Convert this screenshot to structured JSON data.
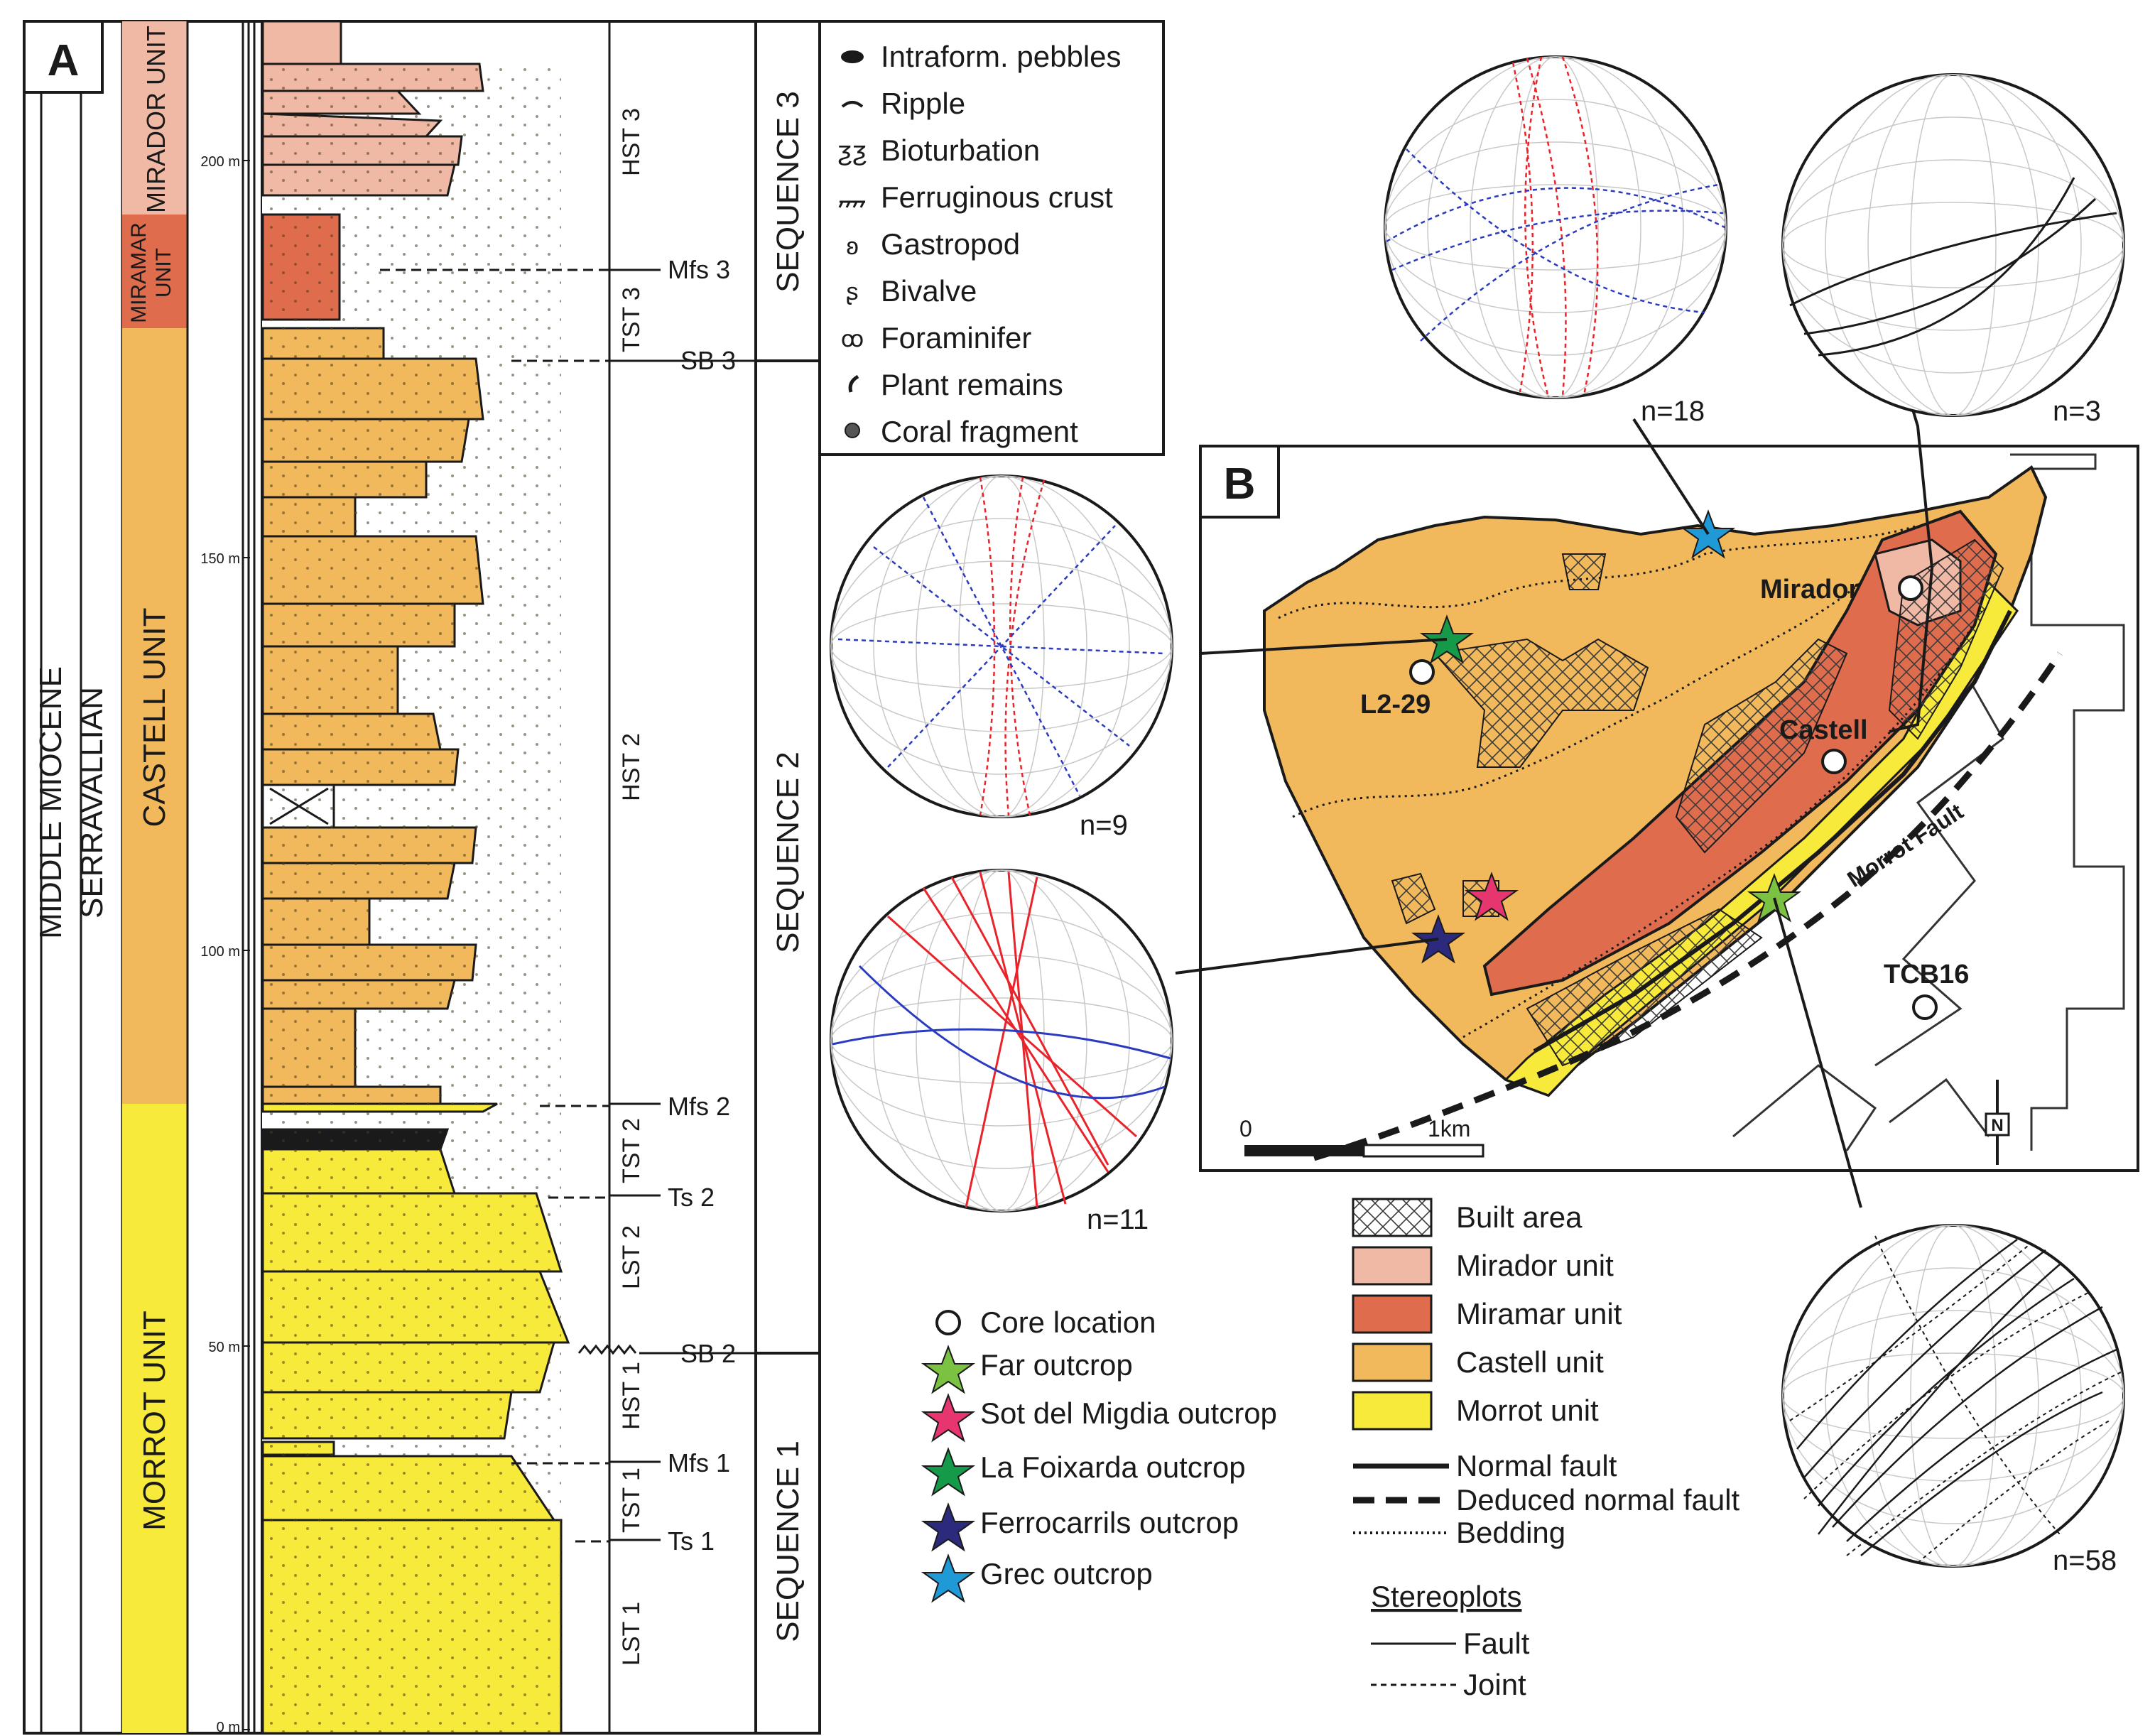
{
  "panels": {
    "a": "A",
    "b": "B"
  },
  "column": {
    "epoch": "MIDDLE MIOCENE",
    "stage": "SERRAVALLIAN",
    "units": {
      "mirador": "MIRADOR UNIT",
      "miramar_1": "MIRAMAR",
      "miramar_2": "UNIT",
      "castell": "CASTELL UNIT",
      "morrot": "MORROT UNIT"
    },
    "depth_labels": {
      "m200": "200 m",
      "m150": "150 m",
      "m100": "100 m",
      "m50": "50 m",
      "m0": "0 m"
    },
    "systems_tracts": {
      "hst3": "HST 3",
      "tst3": "TST 3",
      "hst2": "HST 2",
      "tst2": "TST 2",
      "lst2": "LST 2",
      "hst1": "HST 1",
      "tst1": "TST 1",
      "lst1": "LST 1"
    },
    "surfaces": {
      "mfs3": "Mfs 3",
      "sb3": "SB 3",
      "mfs2": "Mfs 2",
      "ts2": "Ts 2",
      "sb2": "SB 2",
      "mfs1": "Mfs 1",
      "ts1": "Ts 1"
    },
    "sequences": {
      "s3": "SEQUENCE 3",
      "s2": "SEQUENCE 2",
      "s1": "SEQUENCE 1"
    }
  },
  "legend_symbols": {
    "pebbles": "Intraform. pebbles",
    "ripple": "Ripple",
    "bioturbation": "Bioturbation",
    "crust": "Ferruginous crust",
    "gastropod": "Gastropod",
    "bivalve": "Bivalve",
    "foraminifer": "Foraminifer",
    "plant": "Plant remains",
    "coral": "Coral fragment"
  },
  "map": {
    "labels": {
      "mirador": "Mirador",
      "castell": "Castell",
      "l229": "L2-29",
      "tcb16": "TCB16",
      "morrot_fault": "Morrot Fault",
      "north": "N"
    },
    "scale": {
      "zero": "0",
      "km": "1km"
    }
  },
  "stereoplots": {
    "grec": {
      "n": "n=18"
    },
    "castell": {
      "n": "n=3"
    },
    "foixarda": {
      "n": "n=9"
    },
    "ferrocarrils": {
      "n": "n=11"
    },
    "far": {
      "n": "n=58"
    }
  },
  "legend_outcrops": {
    "core": "Core location",
    "far": "Far outcrop",
    "sot": "Sot del Migdia outcrop",
    "foixarda": "La Foixarda outcrop",
    "ferro": "Ferrocarrils outcrop",
    "grec": "Grec outcrop"
  },
  "legend_map": {
    "built": "Built area",
    "mirador": "Mirador unit",
    "miramar": "Miramar unit",
    "castell": "Castell unit",
    "morrot": "Morrot unit",
    "normal_fault": "Normal fault",
    "deduced_fault": "Deduced normal fault",
    "bedding": "Bedding"
  },
  "legend_stereo": {
    "title": "Stereoplots",
    "fault": "Fault",
    "joint": "Joint"
  },
  "colors": {
    "mirador": "#f0b9a6",
    "miramar": "#e06c4e",
    "castell": "#f1b95c",
    "morrot": "#f7ea3a",
    "fault_red": "#e8242a",
    "joint_blue": "#2b3bbf",
    "star_green_light": "#7bc142",
    "star_pink": "#e6356f",
    "star_green_dark": "#149a48",
    "star_navy": "#2c2a7c",
    "star_blue": "#1f9ad6"
  }
}
